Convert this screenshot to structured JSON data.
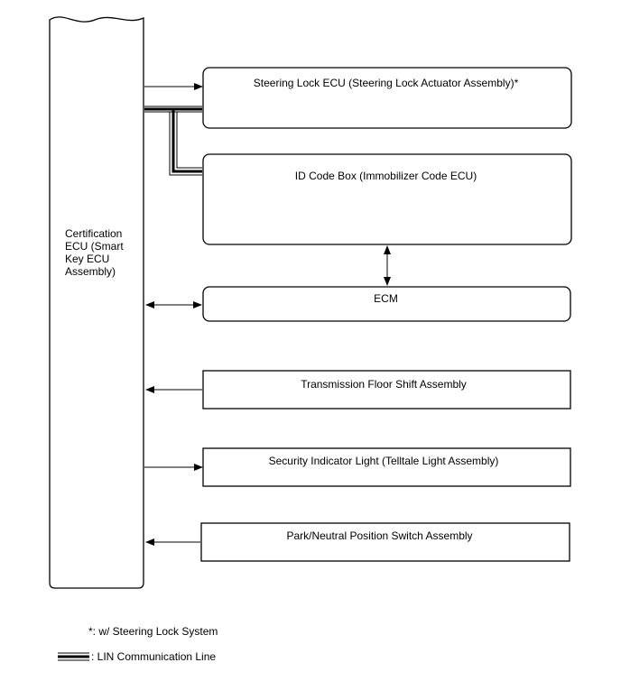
{
  "ecu": {
    "label": "Certification ECU (Smart Key ECU Assembly)"
  },
  "components": [
    {
      "label": "Steering Lock ECU (Steering Lock Actuator Assembly)*"
    },
    {
      "label": "ID Code Box (Immobilizer Code ECU)"
    },
    {
      "label": "ECM"
    },
    {
      "label": "Transmission Floor Shift Assembly"
    },
    {
      "label": "Security Indicator Light (Telltale Light Assembly)"
    },
    {
      "label": "Park/Neutral Position Switch Assembly"
    }
  ],
  "notes": {
    "footnote": "*: w/ Steering Lock System",
    "legend": ": LIN Communication Line"
  }
}
